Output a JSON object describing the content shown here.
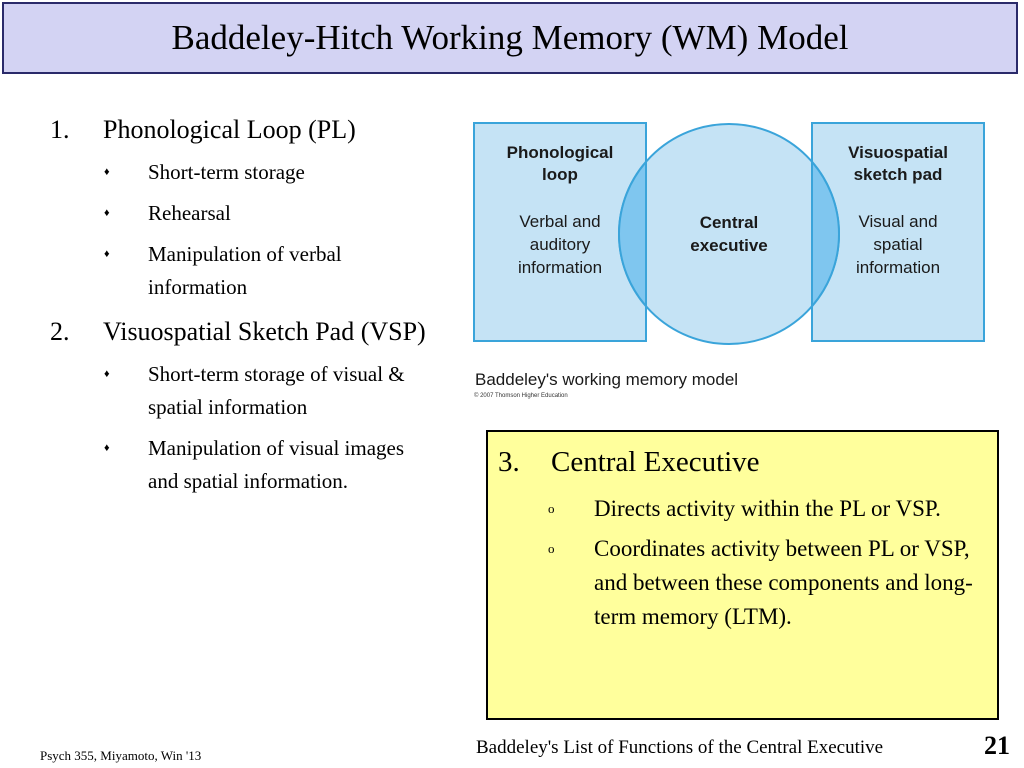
{
  "title": "Baddeley-Hitch Working Memory (WM) Model",
  "left_list": [
    {
      "number": "1.",
      "heading": "Phonological Loop (PL)",
      "bullets": [
        "Short-term storage",
        "Rehearsal",
        "Manipulation of verbal information"
      ]
    },
    {
      "number": "2.",
      "heading": "Visuospatial Sketch Pad (VSP)",
      "bullets": [
        "Short-term storage of visual & spatial information",
        "Manipulation of visual images and spatial information."
      ]
    }
  ],
  "bullet_symbol": "♦",
  "diagram": {
    "left_box": {
      "title": "Phonological loop",
      "desc": "Verbal and auditory information"
    },
    "center": {
      "title": "Central executive"
    },
    "right_box": {
      "title": "Visuospatial sketch pad",
      "desc": "Visual and spatial information"
    },
    "caption": "Baddeley's working memory model",
    "copyright": "© 2007 Thomson Higher Education",
    "colors": {
      "box_fill": "#c5e3f5",
      "box_stroke": "#3aa4da",
      "circle_fill": "#c5e3f5",
      "overlap_fill": "#7fc6ef",
      "text": "#1a1a1a"
    }
  },
  "central_executive": {
    "number": "3.",
    "heading": "Central Executive",
    "bullet_symbol": "o",
    "bullets": [
      "Directs activity within the PL or VSP.",
      "Coordinates activity between PL or VSP, and between these components and long-term memory (LTM)."
    ],
    "background": "#ffff9c"
  },
  "footer": {
    "left": "Psych 355, Miyamoto, Win '13",
    "center": "Baddeley's List of Functions of the Central Executive",
    "page_number": "21"
  }
}
